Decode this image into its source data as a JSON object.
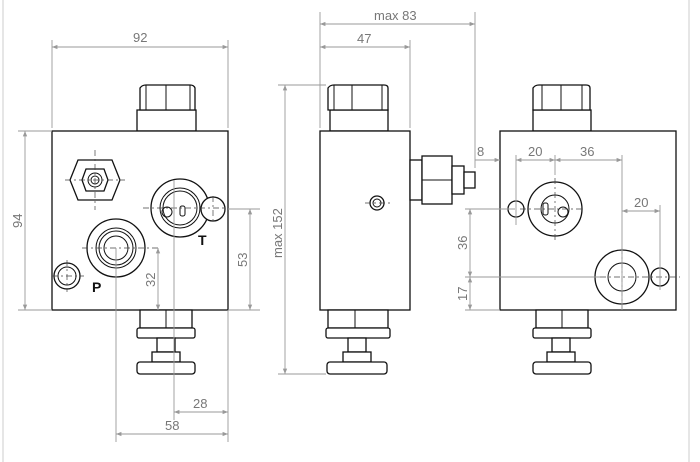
{
  "views": {
    "front": {
      "dimensions": {
        "width": "92",
        "height": "94",
        "port_t_height": "53",
        "port_p_height": "32",
        "port_t_offset": "28",
        "port_p_offset": "58"
      },
      "port_labels": {
        "pressure": "P",
        "tank": "T"
      }
    },
    "side": {
      "dimensions": {
        "max_depth": "max 83",
        "body_depth": "47",
        "max_height": "max 152"
      }
    },
    "back": {
      "dimensions": {
        "edge_offset": "8",
        "hole_spacing_1": "20",
        "hole_spacing_2": "36",
        "hole_spacing_3": "20",
        "vertical_spacing": "36",
        "bottom_offset": "17"
      }
    }
  }
}
